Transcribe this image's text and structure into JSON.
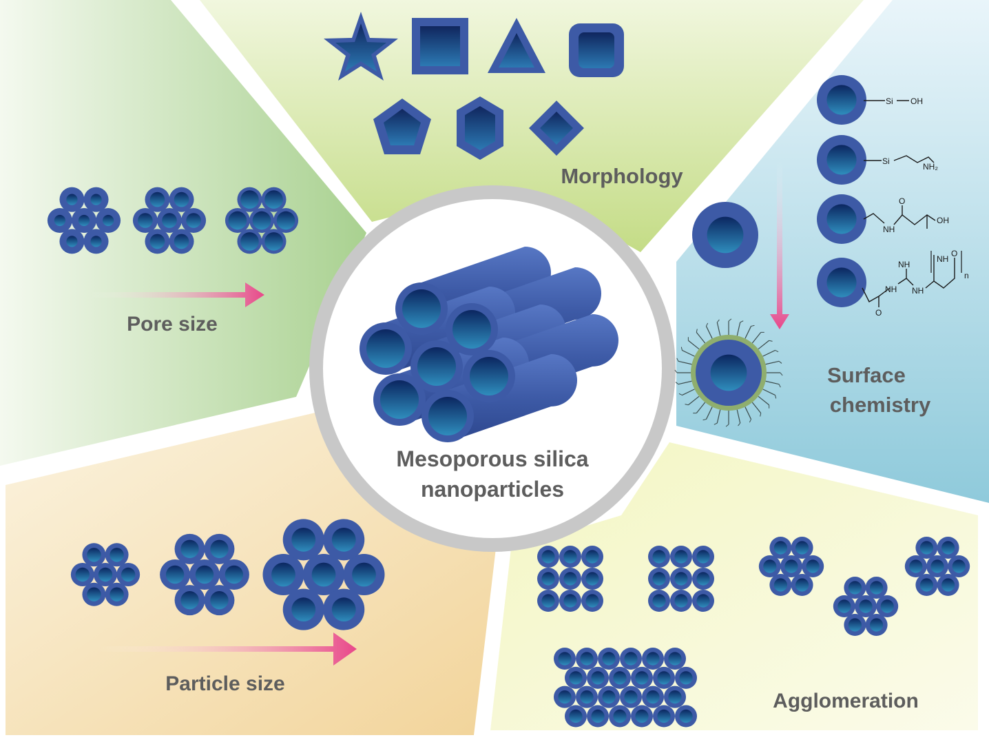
{
  "center": {
    "label_line1": "Mesoporous silica",
    "label_line2": "nanoparticles"
  },
  "sections": {
    "pore_size": "Pore size",
    "morphology": "Morphology",
    "surface_line1": "Surface",
    "surface_line2": "chemistry",
    "particle_size": "Particle size",
    "agglomeration": "Agglomeration"
  },
  "morphology_shapes": [
    "star",
    "square",
    "triangle",
    "rounded-square",
    "pentagon",
    "hexagon",
    "diamond"
  ],
  "chemistry": {
    "silanol_si": "Si",
    "silanol_oh": "OH",
    "amine_si": "Si",
    "amine_nh2": "NH₂",
    "acid_o": "O",
    "acid_nh": "NH",
    "acid_oh": "OH",
    "poly_nh_top": "NH",
    "poly_nh_a": "NH",
    "poly_nh_b": "NH",
    "poly_nh_c": "NH",
    "poly_o_top": "O",
    "poly_o_bottom": "O",
    "poly_n": "n"
  },
  "colors": {
    "particle_outer": "#3d5aa6",
    "particle_inner": "#1a4a88",
    "arrow_pink": "#e8478a",
    "label_gray": "#5d5d5d",
    "ring_gray": "#c8c8c8",
    "coating_green": "#8fae6e"
  }
}
